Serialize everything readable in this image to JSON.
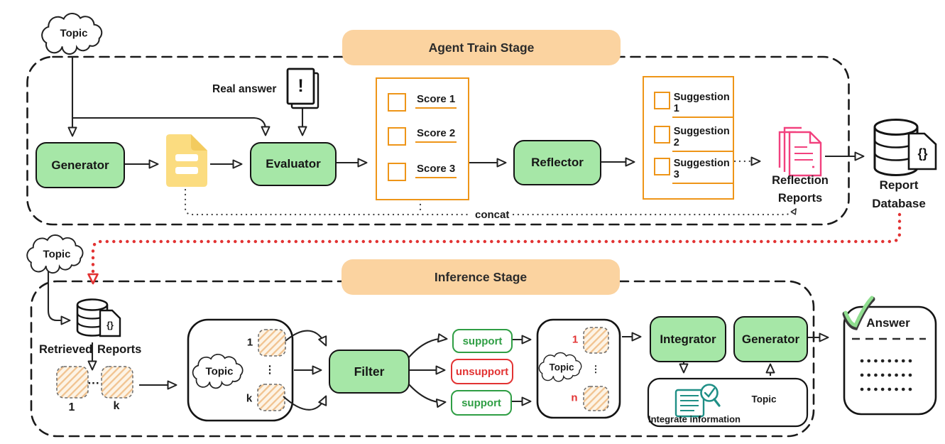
{
  "train_stage": {
    "banner": "Agent Train Stage",
    "topic": "Topic",
    "real_answer": "Real answer",
    "real_answer_glyph": "!",
    "generator": "Generator",
    "evaluator": "Evaluator",
    "score_items": [
      "Score 1",
      "Score 2",
      "Score 3"
    ],
    "reflector": "Reflector",
    "suggestion_items": [
      "Suggestion 1",
      "Suggestion 2",
      "Suggestion 3"
    ],
    "concat": "concat",
    "reflection_reports": {
      "line1": "Reflection",
      "line2": "Reports"
    },
    "report_database": {
      "line1": "Report",
      "line2": "Database",
      "doc_glyph": "{}"
    }
  },
  "inference_stage": {
    "banner": "Inference Stage",
    "topic": "Topic",
    "retrieved_reports": {
      "word1": "Retrieved",
      "word2": "Reports",
      "doc_glyph": "{}",
      "first_index": "1",
      "last_index": "k",
      "ellipsis": "···"
    },
    "context_box": {
      "topic": "Topic",
      "first_index": "1",
      "last_index": "k",
      "ellipsis": "⋮"
    },
    "filter": "Filter",
    "outputs": {
      "top": "support",
      "middle": "unsupport",
      "bottom": "support"
    },
    "filtered_box": {
      "topic": "Topic",
      "first_index": "1",
      "last_index": "n",
      "ellipsis": "⋮"
    },
    "integrator": "Integrator",
    "generator": "Generator",
    "integrate_information": "Integrate information",
    "answer_card": {
      "title": "Answer"
    }
  },
  "colors": {
    "stage_banner": "#FBD3A0",
    "module_green": "#A6E7A7",
    "panel_orange": "#EE9518",
    "draft_yellow": "#FBDC80",
    "reports_pink": "#F2417E",
    "alert_red": "#E23333",
    "support_green": "#2F9E44",
    "integrate_teal": "#1F8F86"
  }
}
